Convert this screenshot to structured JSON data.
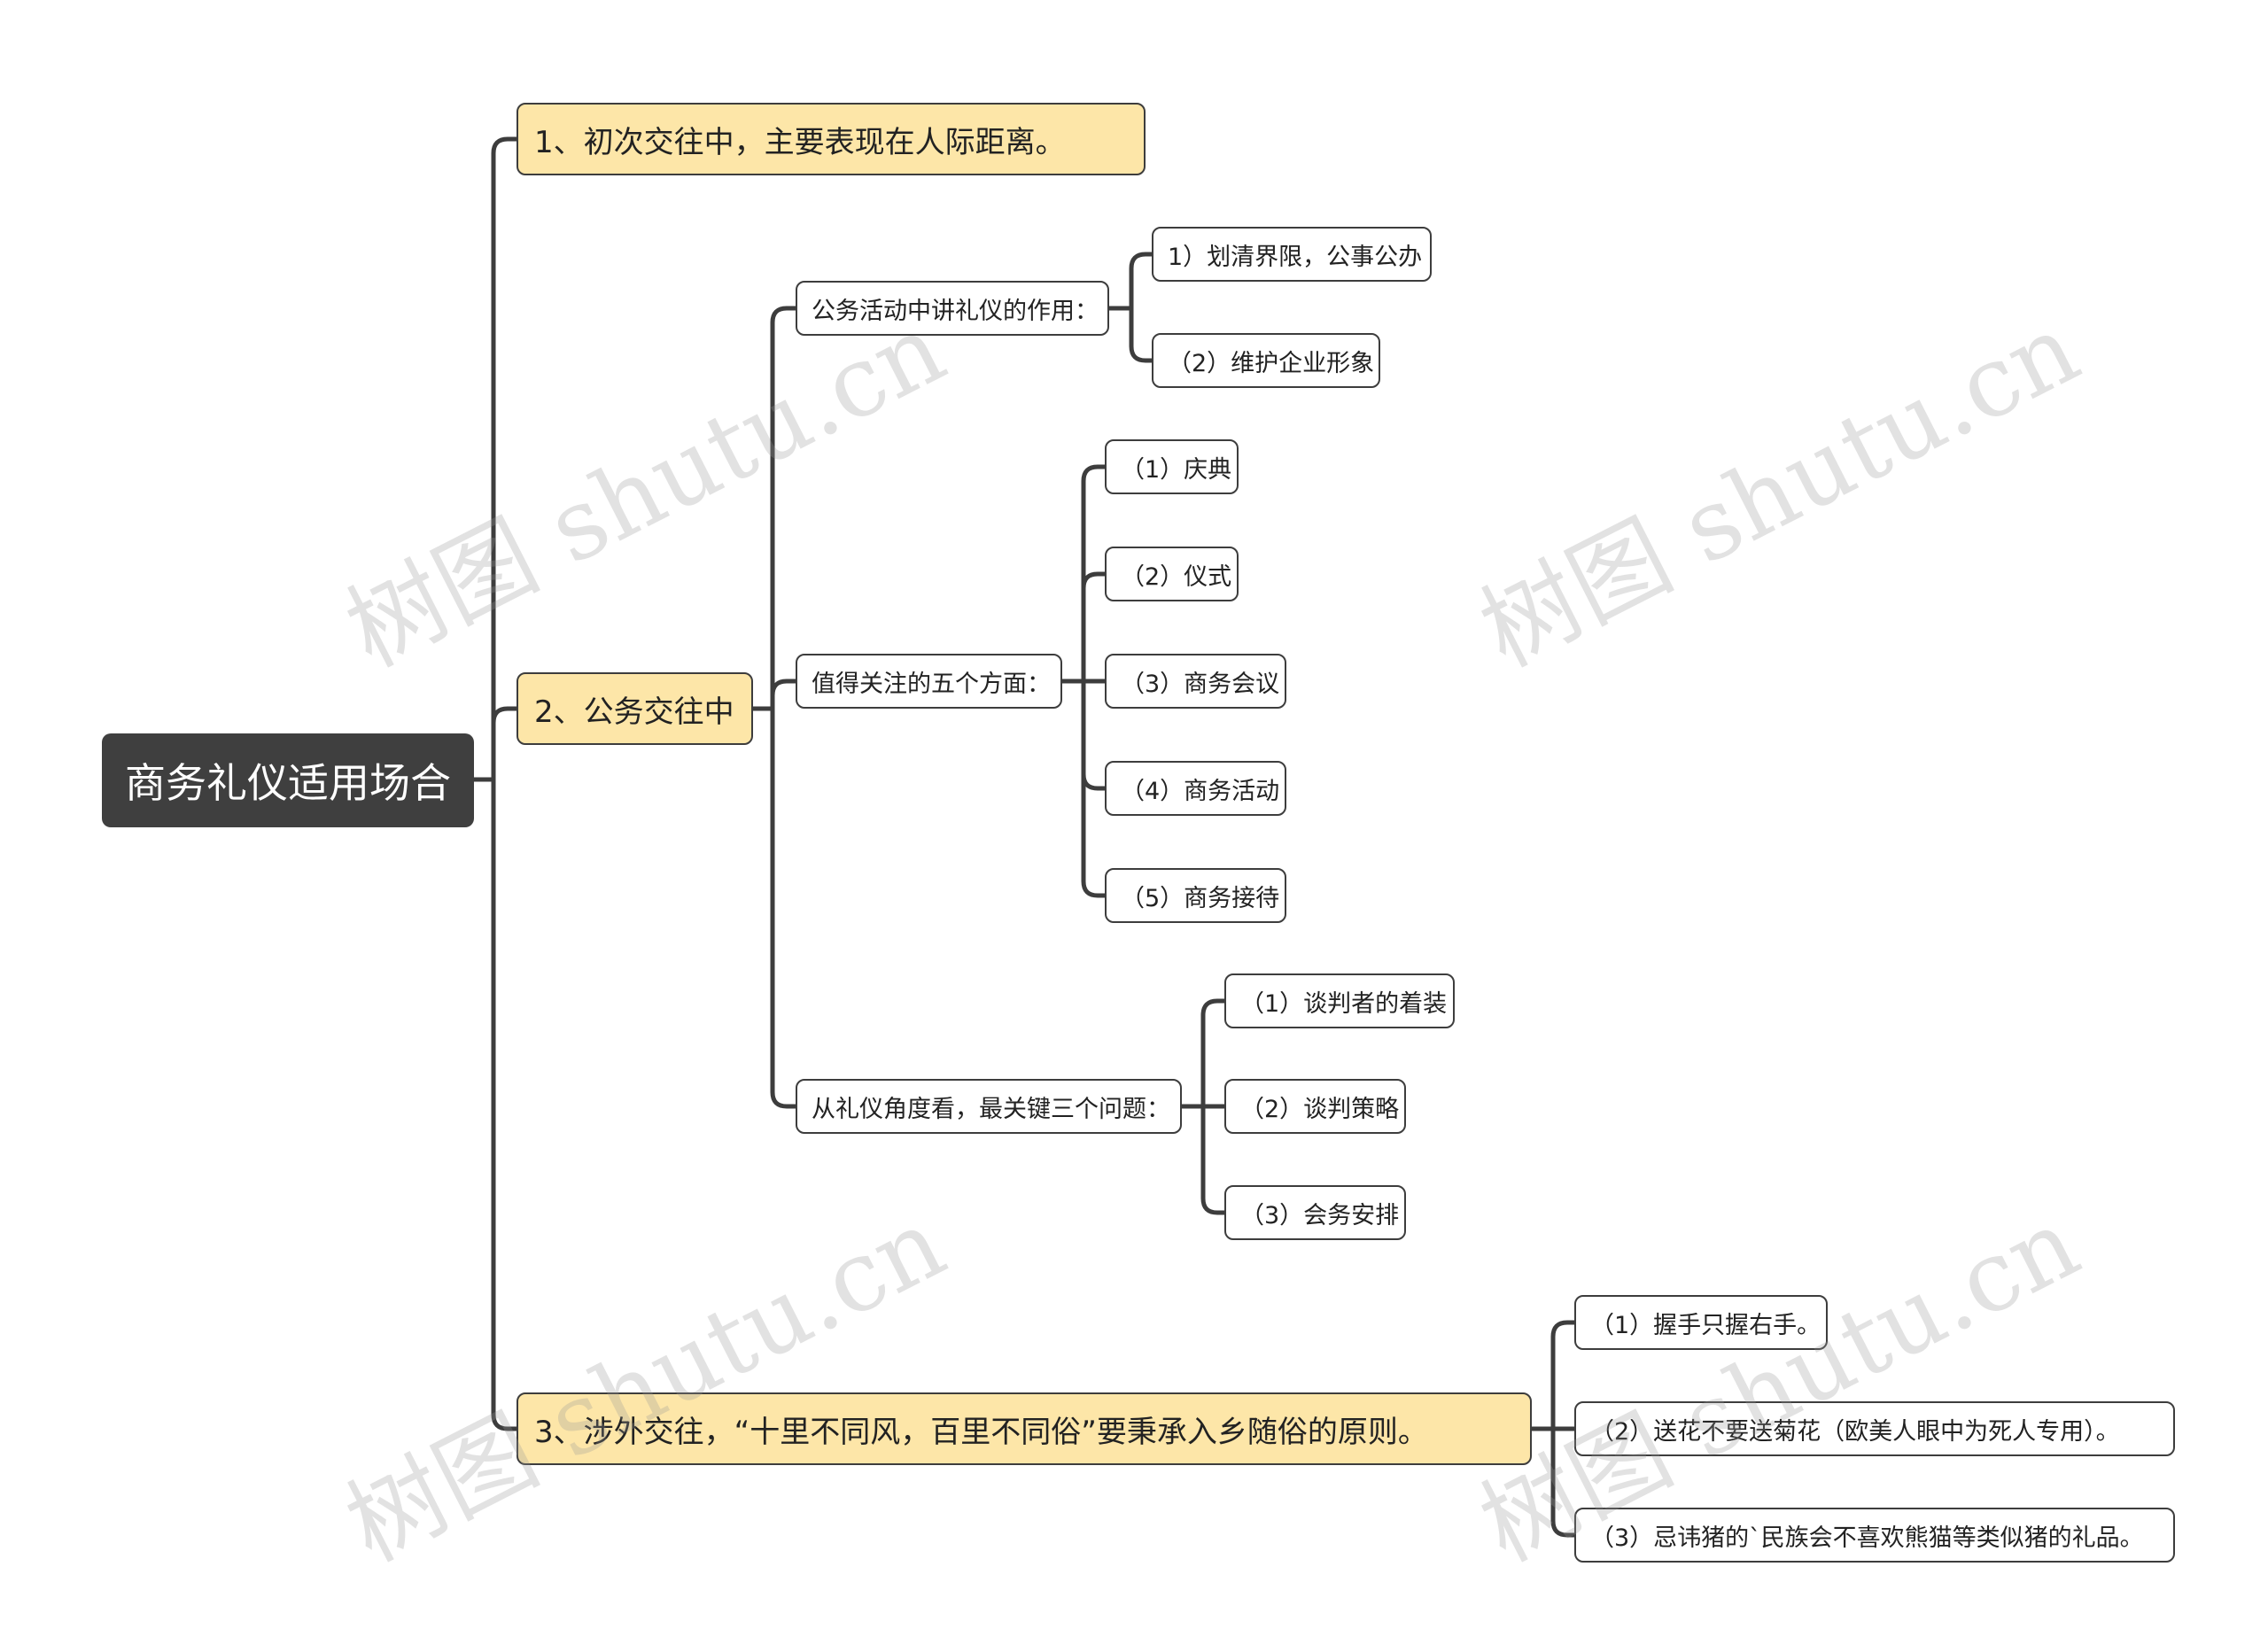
{
  "root": "商务礼仪适用场合",
  "branches": [
    {
      "label": "1、初次交往中，主要表现在人际距离。",
      "children": []
    },
    {
      "label": "2、公务交往中",
      "children": [
        {
          "label": "公务活动中讲礼仪的作用：",
          "children": [
            "1）划清界限，公事公办",
            "（2）维护企业形象"
          ]
        },
        {
          "label": "值得关注的五个方面：",
          "children": [
            "（1）庆典",
            "（2）仪式",
            "（3）商务会议",
            "（4）商务活动",
            "（5）商务接待"
          ]
        },
        {
          "label": "从礼仪角度看，最关键三个问题：",
          "children": [
            "（1）谈判者的着装",
            "（2）谈判策略",
            "（3）会务安排"
          ]
        }
      ]
    },
    {
      "label": "3、涉外交往，“十里不同风，百里不同俗”要秉承入乡随俗的原则。",
      "children": [
        "（1）握手只握右手。",
        "（2）送花不要送菊花（欧美人眼中为死人专用）。",
        "（3）忌讳猪的`民族会不喜欢熊猫等类似猪的礼品。"
      ]
    }
  ],
  "watermark": "树图 shutu.cn",
  "colors": {
    "root_bg": "#3f3f3f",
    "main_bg": "#fde6a8",
    "line": "#3d3d3d"
  }
}
